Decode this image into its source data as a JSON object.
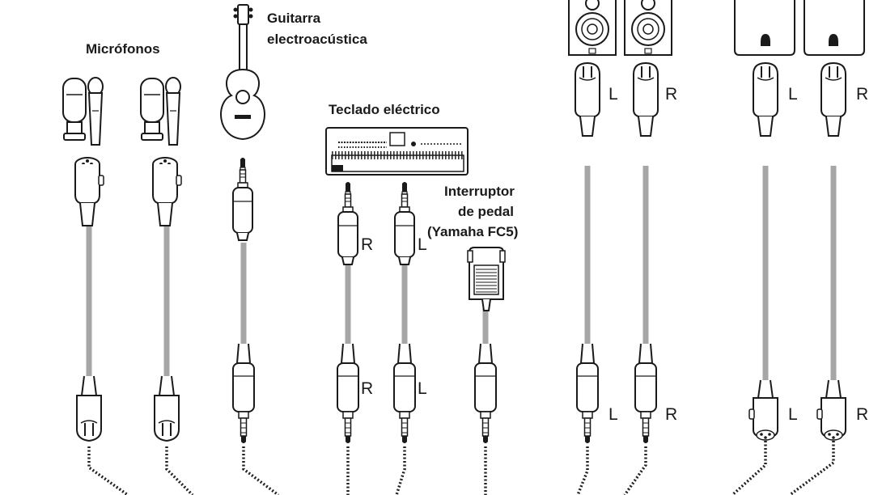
{
  "labels": {
    "microphones": "Micrófonos",
    "guitar_line1": "Guitarra",
    "guitar_line2": "electroacústica",
    "keyboard": "Teclado eléctrico",
    "footswitch_line1": "Interruptor",
    "footswitch_line2": "de pedal",
    "footswitch_line3": "(Yamaha FC5)"
  },
  "channels": {
    "R": "R",
    "L": "L"
  },
  "colors": {
    "cable": "#a6a6a6",
    "outline": "#1a1a1a",
    "fill": "#ffffff",
    "dotted": "#222222"
  }
}
